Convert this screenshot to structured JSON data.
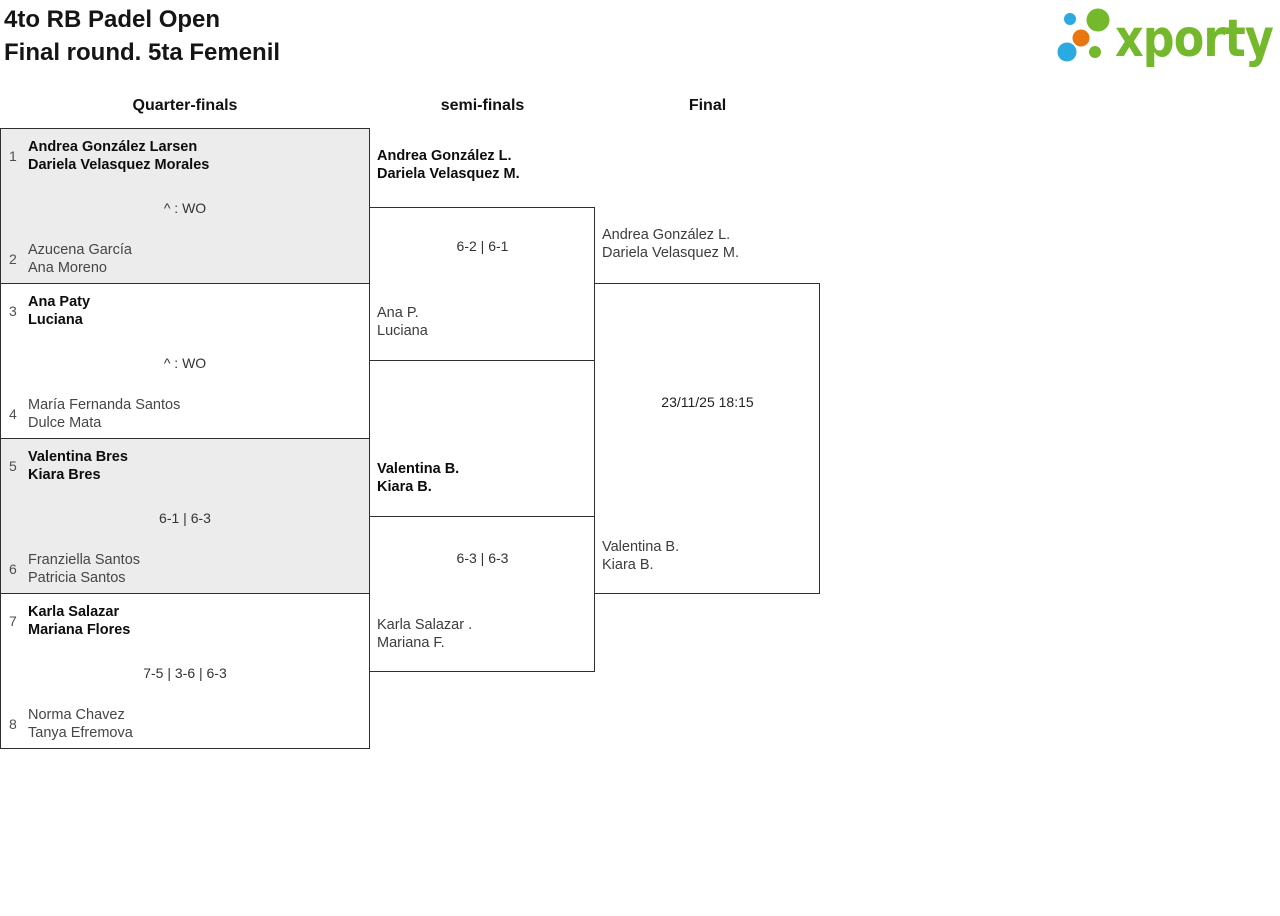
{
  "header": {
    "title_line1": "4to RB Padel Open",
    "title_line2": "Final round. 5ta Femenil"
  },
  "logo": {
    "text": "xporty",
    "colors": {
      "green": "#74B82B",
      "blue": "#2BA9E1",
      "orange": "#E87710"
    }
  },
  "colors": {
    "border": "#2f2f2f",
    "shaded_row": "#ececec",
    "winner_text": "#0d0d0d",
    "loser_text": "#464646"
  },
  "round_labels": {
    "quarterfinals": "Quarter-finals",
    "semifinals": "semi-finals",
    "final": "Final"
  },
  "bracket": {
    "quarterfinals": [
      {
        "seed1": "1",
        "team1_line1": "Andrea González Larsen",
        "team1_line2": "Dariela Velasquez Morales",
        "score": "^ : WO",
        "seed2": "2",
        "team2_line1": "Azucena García",
        "team2_line2": "Ana Moreno"
      },
      {
        "seed1": "3",
        "team1_line1": "Ana Paty",
        "team1_line2": "Luciana",
        "score": "^ : WO",
        "seed2": "4",
        "team2_line1": "María Fernanda Santos",
        "team2_line2": "Dulce Mata"
      },
      {
        "seed1": "5",
        "team1_line1": "Valentina Bres",
        "team1_line2": "Kiara Bres",
        "score": "6-1 | 6-3",
        "seed2": "6",
        "team2_line1": "Franziella Santos",
        "team2_line2": "Patricia Santos"
      },
      {
        "seed1": "7",
        "team1_line1": "Karla Salazar",
        "team1_line2": "Mariana Flores",
        "score": "7-5 | 3-6 | 6-3",
        "seed2": "8",
        "team2_line1": "Norma Chavez",
        "team2_line2": "Tanya Efremova"
      }
    ],
    "semifinals": [
      {
        "team1_line1": "Andrea González L.",
        "team1_line2": "Dariela Velasquez M.",
        "score": "6-2 | 6-1",
        "team2_line1": "Ana P.",
        "team2_line2": "Luciana"
      },
      {
        "team1_line1": "Valentina B.",
        "team1_line2": "Kiara B.",
        "score": "6-3 | 6-3",
        "team2_line1": "Karla Salazar .",
        "team2_line2": "Mariana F."
      }
    ],
    "final": {
      "team1_line1": "Andrea González L.",
      "team1_line2": "Dariela Velasquez M.",
      "schedule": "23/11/25 18:15",
      "team2_line1": "Valentina B.",
      "team2_line2": "Kiara B."
    }
  }
}
